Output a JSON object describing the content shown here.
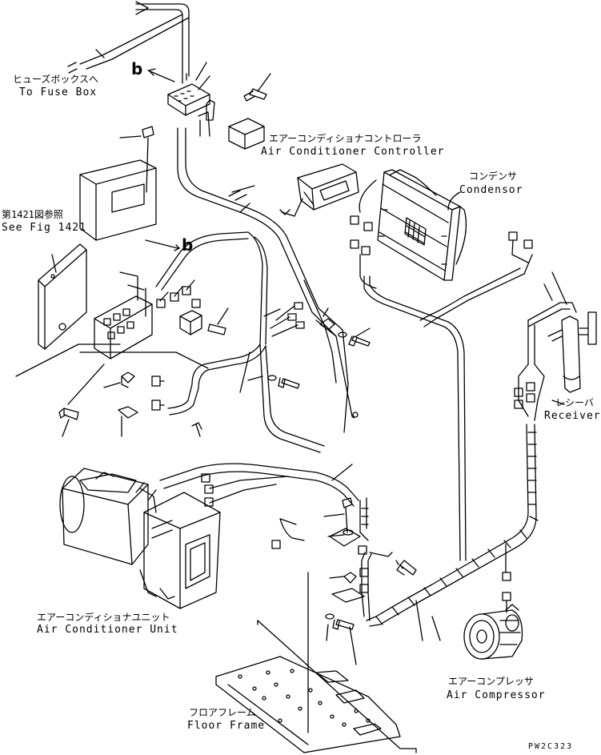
{
  "labels": {
    "fuse_box_jp": "ヒューズボックスへ",
    "fuse_box_en": "To Fuse Box",
    "controller_jp": "エアーコンディショナコントローラ",
    "controller_en": "Air Conditioner Controller",
    "condensor_jp": "コンデンサ",
    "condensor_en": "Condensor",
    "see_fig_jp": "第1421図参照",
    "see_fig_en": "See Fig 1421",
    "receiver_jp": "レシーバ",
    "receiver_en": "Receiver",
    "unit_jp": "エアーコンディショナユニット",
    "unit_en": "Air Conditioner Unit",
    "compressor_jp": "エアーコンプレッサ",
    "compressor_en": "Air Compressor",
    "floor_jp": "フロアフレーム",
    "floor_en": "Floor Frame",
    "ref_b_top": "b",
    "ref_b_mid": "b",
    "drawing_code": "PW2C323"
  }
}
